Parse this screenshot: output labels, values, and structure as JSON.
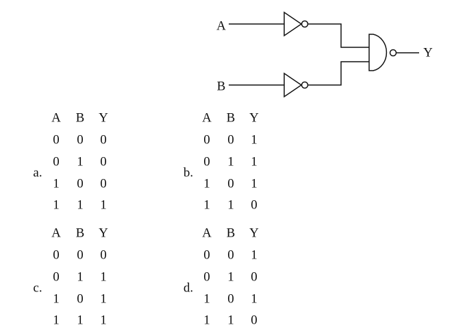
{
  "circuit": {
    "input_a": "A",
    "input_b": "B",
    "output": "Y",
    "gates": [
      "not-gate",
      "not-gate",
      "nand-gate"
    ]
  },
  "options": [
    {
      "label": "a.",
      "headers": [
        "A",
        "B",
        "Y"
      ],
      "rows": [
        [
          "0",
          "0",
          "0"
        ],
        [
          "0",
          "1",
          "0"
        ],
        [
          "1",
          "0",
          "0"
        ],
        [
          "1",
          "1",
          "1"
        ]
      ]
    },
    {
      "label": "b.",
      "headers": [
        "A",
        "B",
        "Y"
      ],
      "rows": [
        [
          "0",
          "0",
          "1"
        ],
        [
          "0",
          "1",
          "1"
        ],
        [
          "1",
          "0",
          "1"
        ],
        [
          "1",
          "1",
          "0"
        ]
      ]
    },
    {
      "label": "c.",
      "headers": [
        "A",
        "B",
        "Y"
      ],
      "rows": [
        [
          "0",
          "0",
          "0"
        ],
        [
          "0",
          "1",
          "1"
        ],
        [
          "1",
          "0",
          "1"
        ],
        [
          "1",
          "1",
          "1"
        ]
      ]
    },
    {
      "label": "d.",
      "headers": [
        "A",
        "B",
        "Y"
      ],
      "rows": [
        [
          "0",
          "0",
          "1"
        ],
        [
          "0",
          "1",
          "0"
        ],
        [
          "1",
          "0",
          "1"
        ],
        [
          "1",
          "1",
          "0"
        ]
      ]
    }
  ]
}
